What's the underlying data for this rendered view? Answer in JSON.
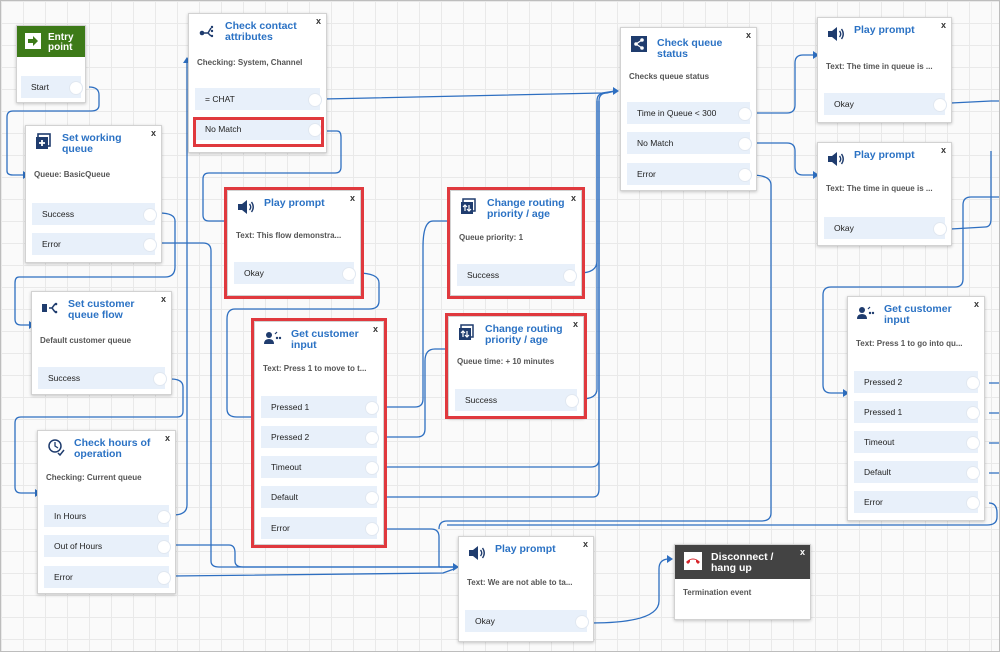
{
  "entry": {
    "label": "Entry point",
    "branch": "Start"
  },
  "blocks": {
    "set_working_queue": {
      "title": "Set working queue",
      "desc": "Queue: BasicQueue",
      "branches": [
        "Success",
        "Error"
      ],
      "close": "x"
    },
    "check_contact_attributes": {
      "title": "Check contact attributes",
      "desc": "Checking: System, Channel",
      "branches": [
        "= CHAT",
        "No Match"
      ],
      "close": "x"
    },
    "set_customer_queue_flow": {
      "title": "Set customer queue flow",
      "desc": "Default customer queue",
      "branches": [
        "Success"
      ],
      "close": "x"
    },
    "check_hours": {
      "title": "Check hours of operation",
      "desc": "Checking: Current queue",
      "branches": [
        "In Hours",
        "Out of Hours",
        "Error"
      ],
      "close": "x"
    },
    "play_prompt_1": {
      "title": "Play prompt",
      "desc": "Text: This flow demonstra...",
      "branches": [
        "Okay"
      ],
      "close": "x"
    },
    "get_customer_input_1": {
      "title": "Get customer input",
      "desc": "Text: Press 1 to move to t...",
      "branches": [
        "Pressed 1",
        "Pressed 2",
        "Timeout",
        "Default",
        "Error"
      ],
      "close": "x"
    },
    "change_routing_1": {
      "title": "Change routing priority / age",
      "desc": "Queue priority: 1",
      "branches": [
        "Success"
      ],
      "close": "x"
    },
    "change_routing_2": {
      "title": "Change routing priority / age",
      "desc": "Queue time: + 10 minutes",
      "branches": [
        "Success"
      ],
      "close": "x"
    },
    "check_queue_status": {
      "title": "Check queue status",
      "desc": "Checks queue status",
      "branches": [
        "Time in Queue < 300",
        "No Match",
        "Error"
      ],
      "close": "x"
    },
    "play_prompt_2": {
      "title": "Play prompt",
      "desc": "Text: The time in queue is ...",
      "branches": [
        "Okay"
      ],
      "close": "x"
    },
    "play_prompt_3": {
      "title": "Play prompt",
      "desc": "Text: The time in queue is ...",
      "branches": [
        "Okay"
      ],
      "close": "x"
    },
    "get_customer_input_2": {
      "title": "Get customer input",
      "desc": "Text: Press 1 to go into qu...",
      "branches": [
        "Pressed 2",
        "Pressed 1",
        "Timeout",
        "Default",
        "Error"
      ],
      "close": "x"
    },
    "play_prompt_4": {
      "title": "Play prompt",
      "desc": "Text: We are not able to ta...",
      "branches": [
        "Okay"
      ],
      "close": "x"
    },
    "disconnect": {
      "title": "Disconnect / hang up",
      "desc": "Termination event",
      "branches": [],
      "close": "x"
    }
  },
  "colors": {
    "accent": "#2b72c4",
    "branch_bg": "#e8f0fa",
    "wire": "#2e6fc1",
    "highlight": "#e0393e",
    "entry_bg": "#3d7a18",
    "dark_head": "#434343",
    "disconnect_icon": "#d6252b"
  },
  "icons": {
    "entry": "arrow-right-icon",
    "set_working_queue": "queue-plus-icon",
    "check_contact_attributes": "attributes-branch-icon",
    "set_customer_queue_flow": "queue-flow-icon",
    "check_hours": "clock-check-icon",
    "play_prompt": "speaker-icon",
    "get_customer_input": "user-input-icon",
    "change_routing": "priority-sort-icon",
    "check_queue_status": "queue-status-icon",
    "disconnect": "phone-hangup-icon"
  }
}
